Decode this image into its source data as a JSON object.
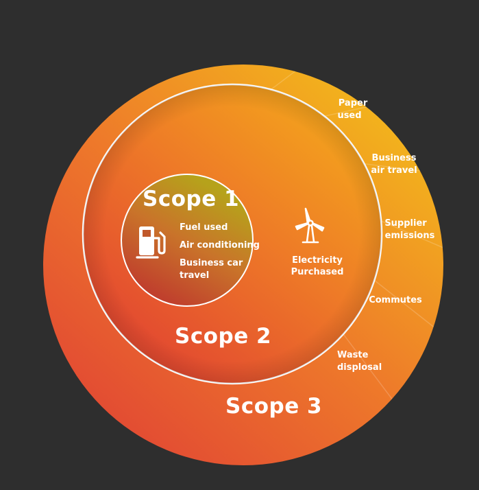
{
  "colors": {
    "background": "#2e2e2e",
    "outer_ring_start": "#e24a33",
    "outer_ring_end": "#f3b31d",
    "middle_ring": "#ec7a2b",
    "inner_circle_start": "#b9a21a",
    "inner_circle_end": "#c4452c",
    "ring_outline": "#ffffff"
  },
  "scope1": {
    "title": "Scope 1",
    "icon": "fuel-pump-icon",
    "items": [
      "Fuel used",
      "Air conditioning",
      "Business car",
      "travel"
    ]
  },
  "scope2": {
    "title": "Scope 2",
    "icon": "wind-turbine-icon",
    "items": [
      "Electricity",
      "Purchased"
    ]
  },
  "scope3": {
    "title": "Scope 3",
    "segments": [
      [
        "Paper",
        "used"
      ],
      [
        "Business",
        "air travel"
      ],
      [
        "Supplier",
        "emissions"
      ],
      [
        "Commutes"
      ],
      [
        "Waste",
        "displosal"
      ]
    ]
  }
}
